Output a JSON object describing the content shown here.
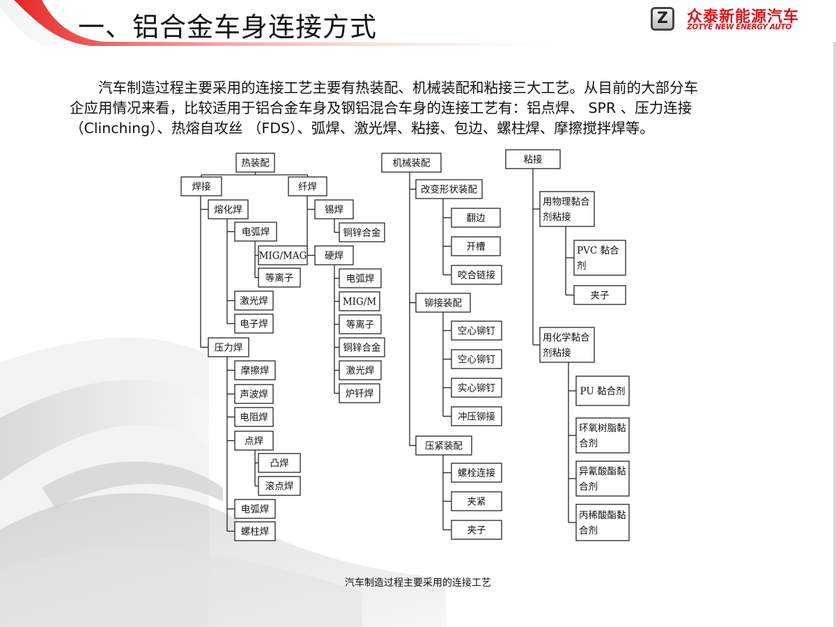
{
  "slide": {
    "title": "一、铝合金车身连接方式",
    "caption": "汽车制造过程主要采用的连接工艺"
  },
  "logo": {
    "icon": "Z",
    "name_cn": "众泰新能源汽车",
    "name_en": "ZOTYE NEW ENERGY AUTO"
  },
  "body": {
    "paragraph_lines": [
      "　　汽车制造过程主要采用的连接工艺主要有热装配、机械装配和粘接三大工艺。从目前的大部分车",
      "企应用情况来看，比较适用于铝合金车身及钢铝混合车身的连接工艺有：铝点焊、 SPR 、压力连接",
      "（Clinching）、热熔自攻丝 （FDS）、弧焊、激光焊、粘接、包边、螺柱焊、摩擦搅拌焊等。"
    ]
  },
  "colors": {
    "accent_red": "#d8151c",
    "title_text": "#111111",
    "diagram_line": "#222222"
  },
  "diagram": {
    "nodes": [
      {
        "id": "n0",
        "lines": [
          "热装配"
        ]
      },
      {
        "id": "n1",
        "lines": [
          "焊接"
        ]
      },
      {
        "id": "n2",
        "lines": [
          "纤焊"
        ]
      },
      {
        "id": "n3",
        "lines": [
          "熔化焊"
        ]
      },
      {
        "id": "n4",
        "lines": [
          "电弧焊"
        ]
      },
      {
        "id": "n5",
        "lines": [
          "MIG/MAG"
        ]
      },
      {
        "id": "n6",
        "lines": [
          "等离子"
        ]
      },
      {
        "id": "n7",
        "lines": [
          "激光焊"
        ]
      },
      {
        "id": "n8",
        "lines": [
          "电子焊"
        ]
      },
      {
        "id": "n9",
        "lines": [
          "压力焊"
        ]
      },
      {
        "id": "n10",
        "lines": [
          "摩擦焊"
        ]
      },
      {
        "id": "n11",
        "lines": [
          "声波焊"
        ]
      },
      {
        "id": "n12",
        "lines": [
          "电阻焊"
        ]
      },
      {
        "id": "n13",
        "lines": [
          "点焊"
        ]
      },
      {
        "id": "n14",
        "lines": [
          "凸焊"
        ]
      },
      {
        "id": "n15",
        "lines": [
          "滚点焊"
        ]
      },
      {
        "id": "n16",
        "lines": [
          "电弧焊"
        ]
      },
      {
        "id": "n17",
        "lines": [
          "螺柱焊"
        ]
      },
      {
        "id": "n18",
        "lines": [
          "锡焊"
        ]
      },
      {
        "id": "n19",
        "lines": [
          "铜锌合金"
        ]
      },
      {
        "id": "n20",
        "lines": [
          "硬焊"
        ]
      },
      {
        "id": "n21",
        "lines": [
          "电弧焊"
        ]
      },
      {
        "id": "n22",
        "lines": [
          "MIG/M"
        ]
      },
      {
        "id": "n23",
        "lines": [
          "等离子"
        ]
      },
      {
        "id": "n24",
        "lines": [
          "铜锌合金"
        ]
      },
      {
        "id": "n25",
        "lines": [
          "激光焊"
        ]
      },
      {
        "id": "n26",
        "lines": [
          "炉钎焊"
        ]
      },
      {
        "id": "n27",
        "lines": [
          "机械装配"
        ]
      },
      {
        "id": "n28",
        "lines": [
          "改变形状装配"
        ]
      },
      {
        "id": "n29",
        "lines": [
          "翻边"
        ]
      },
      {
        "id": "n30",
        "lines": [
          "开槽"
        ]
      },
      {
        "id": "n31",
        "lines": [
          "咬合链接"
        ]
      },
      {
        "id": "n32",
        "lines": [
          "铆接装配"
        ]
      },
      {
        "id": "n33",
        "lines": [
          "空心铆钉"
        ]
      },
      {
        "id": "n34",
        "lines": [
          "空心铆钉"
        ]
      },
      {
        "id": "n35",
        "lines": [
          "实心铆钉"
        ]
      },
      {
        "id": "n36",
        "lines": [
          "冲压铆接"
        ]
      },
      {
        "id": "n37",
        "lines": [
          "压紧装配"
        ]
      },
      {
        "id": "n38",
        "lines": [
          "螺栓连接"
        ]
      },
      {
        "id": "n39",
        "lines": [
          "夹紧"
        ]
      },
      {
        "id": "n40",
        "lines": [
          "夹子"
        ]
      },
      {
        "id": "n41",
        "lines": [
          "粘接"
        ]
      },
      {
        "id": "n42",
        "lines": [
          "用物理黏合",
          "剂粘接"
        ]
      },
      {
        "id": "n43",
        "lines": [
          "PVC 黏合",
          "剂"
        ]
      },
      {
        "id": "n44",
        "lines": [
          "夹子"
        ]
      },
      {
        "id": "n45",
        "lines": [
          "用化学黏合",
          "剂粘接"
        ]
      },
      {
        "id": "n46",
        "lines": [
          "PU 黏合剂"
        ]
      },
      {
        "id": "n47",
        "lines": [
          "环氧树脂黏",
          "合剂"
        ]
      },
      {
        "id": "n48",
        "lines": [
          "异氰酸酯黏",
          "合剂"
        ]
      },
      {
        "id": "n49",
        "lines": [
          "丙稀酸酯黏",
          "合剂"
        ]
      }
    ],
    "edges": [
      [
        "n0",
        "n1"
      ],
      [
        "n0",
        "n2"
      ],
      [
        "n1",
        "n3"
      ],
      [
        "n1",
        "n9"
      ],
      [
        "n3",
        "n4"
      ],
      [
        "n3",
        "n7"
      ],
      [
        "n3",
        "n8"
      ],
      [
        "n4",
        "n5"
      ],
      [
        "n4",
        "n6"
      ],
      [
        "n9",
        "n10"
      ],
      [
        "n9",
        "n11"
      ],
      [
        "n9",
        "n12"
      ],
      [
        "n9",
        "n13"
      ],
      [
        "n9",
        "n16"
      ],
      [
        "n9",
        "n17"
      ],
      [
        "n13",
        "n14"
      ],
      [
        "n13",
        "n15"
      ],
      [
        "n2",
        "n18"
      ],
      [
        "n2",
        "n20"
      ],
      [
        "n18",
        "n19"
      ],
      [
        "n20",
        "n21"
      ],
      [
        "n20",
        "n22"
      ],
      [
        "n20",
        "n23"
      ],
      [
        "n20",
        "n24"
      ],
      [
        "n20",
        "n25"
      ],
      [
        "n20",
        "n26"
      ],
      [
        "n27",
        "n28"
      ],
      [
        "n27",
        "n32"
      ],
      [
        "n27",
        "n37"
      ],
      [
        "n28",
        "n29"
      ],
      [
        "n28",
        "n30"
      ],
      [
        "n28",
        "n31"
      ],
      [
        "n32",
        "n33"
      ],
      [
        "n32",
        "n34"
      ],
      [
        "n32",
        "n35"
      ],
      [
        "n32",
        "n36"
      ],
      [
        "n37",
        "n38"
      ],
      [
        "n37",
        "n39"
      ],
      [
        "n37",
        "n40"
      ],
      [
        "n41",
        "n42"
      ],
      [
        "n41",
        "n45"
      ],
      [
        "n42",
        "n43"
      ],
      [
        "n42",
        "n44"
      ],
      [
        "n45",
        "n46"
      ],
      [
        "n45",
        "n47"
      ],
      [
        "n45",
        "n48"
      ],
      [
        "n45",
        "n49"
      ]
    ]
  }
}
